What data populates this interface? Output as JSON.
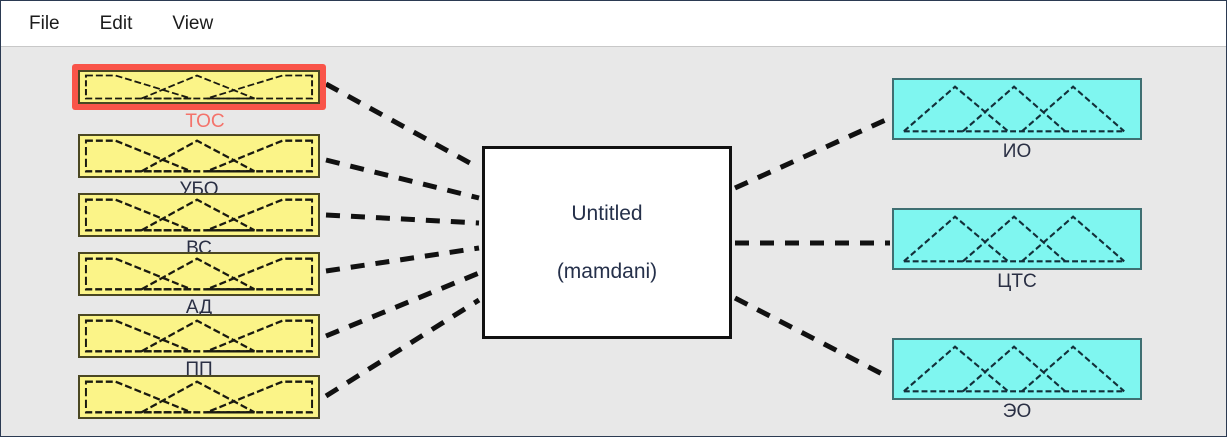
{
  "window": {
    "background_color": "#e8e8e8",
    "border_color": "#2b3a52"
  },
  "menubar": {
    "items": [
      {
        "label": "File",
        "name": "menu-file"
      },
      {
        "label": "Edit",
        "name": "menu-edit"
      },
      {
        "label": "View",
        "name": "menu-view"
      }
    ]
  },
  "system": {
    "name": "Untitled",
    "type": "(mamdani)",
    "inference": "mamdani"
  },
  "colors": {
    "input_fill": "#fbf488",
    "input_border": "#4a4722",
    "output_fill": "#7ff6f0",
    "output_border": "#3f6f72",
    "selection": "#f95449",
    "selected_label": "#f4736b",
    "label": "#2a2f44",
    "wire": "#111111"
  },
  "inputs": [
    {
      "label": "ТОС",
      "mf_count": 3,
      "mf_shape": "trapezoid",
      "selected": true
    },
    {
      "label": "УБО",
      "mf_count": 3,
      "mf_shape": "trapezoid",
      "selected": false
    },
    {
      "label": "ВС",
      "mf_count": 3,
      "mf_shape": "trapezoid",
      "selected": false
    },
    {
      "label": "АД",
      "mf_count": 3,
      "mf_shape": "trapezoid",
      "selected": false
    },
    {
      "label": "ПП",
      "mf_count": 3,
      "mf_shape": "trapezoid",
      "selected": false
    },
    {
      "label": "",
      "mf_count": 3,
      "mf_shape": "trapezoid",
      "selected": false
    }
  ],
  "outputs": [
    {
      "label": "ИО",
      "mf_count": 3,
      "mf_shape": "triangle",
      "selected": false
    },
    {
      "label": "ЦТС",
      "mf_count": 3,
      "mf_shape": "triangle",
      "selected": false
    },
    {
      "label": "ЭО",
      "mf_count": 3,
      "mf_shape": "triangle",
      "selected": false
    }
  ],
  "wires": {
    "style": "dashed",
    "input_count": 6,
    "output_count": 3
  }
}
